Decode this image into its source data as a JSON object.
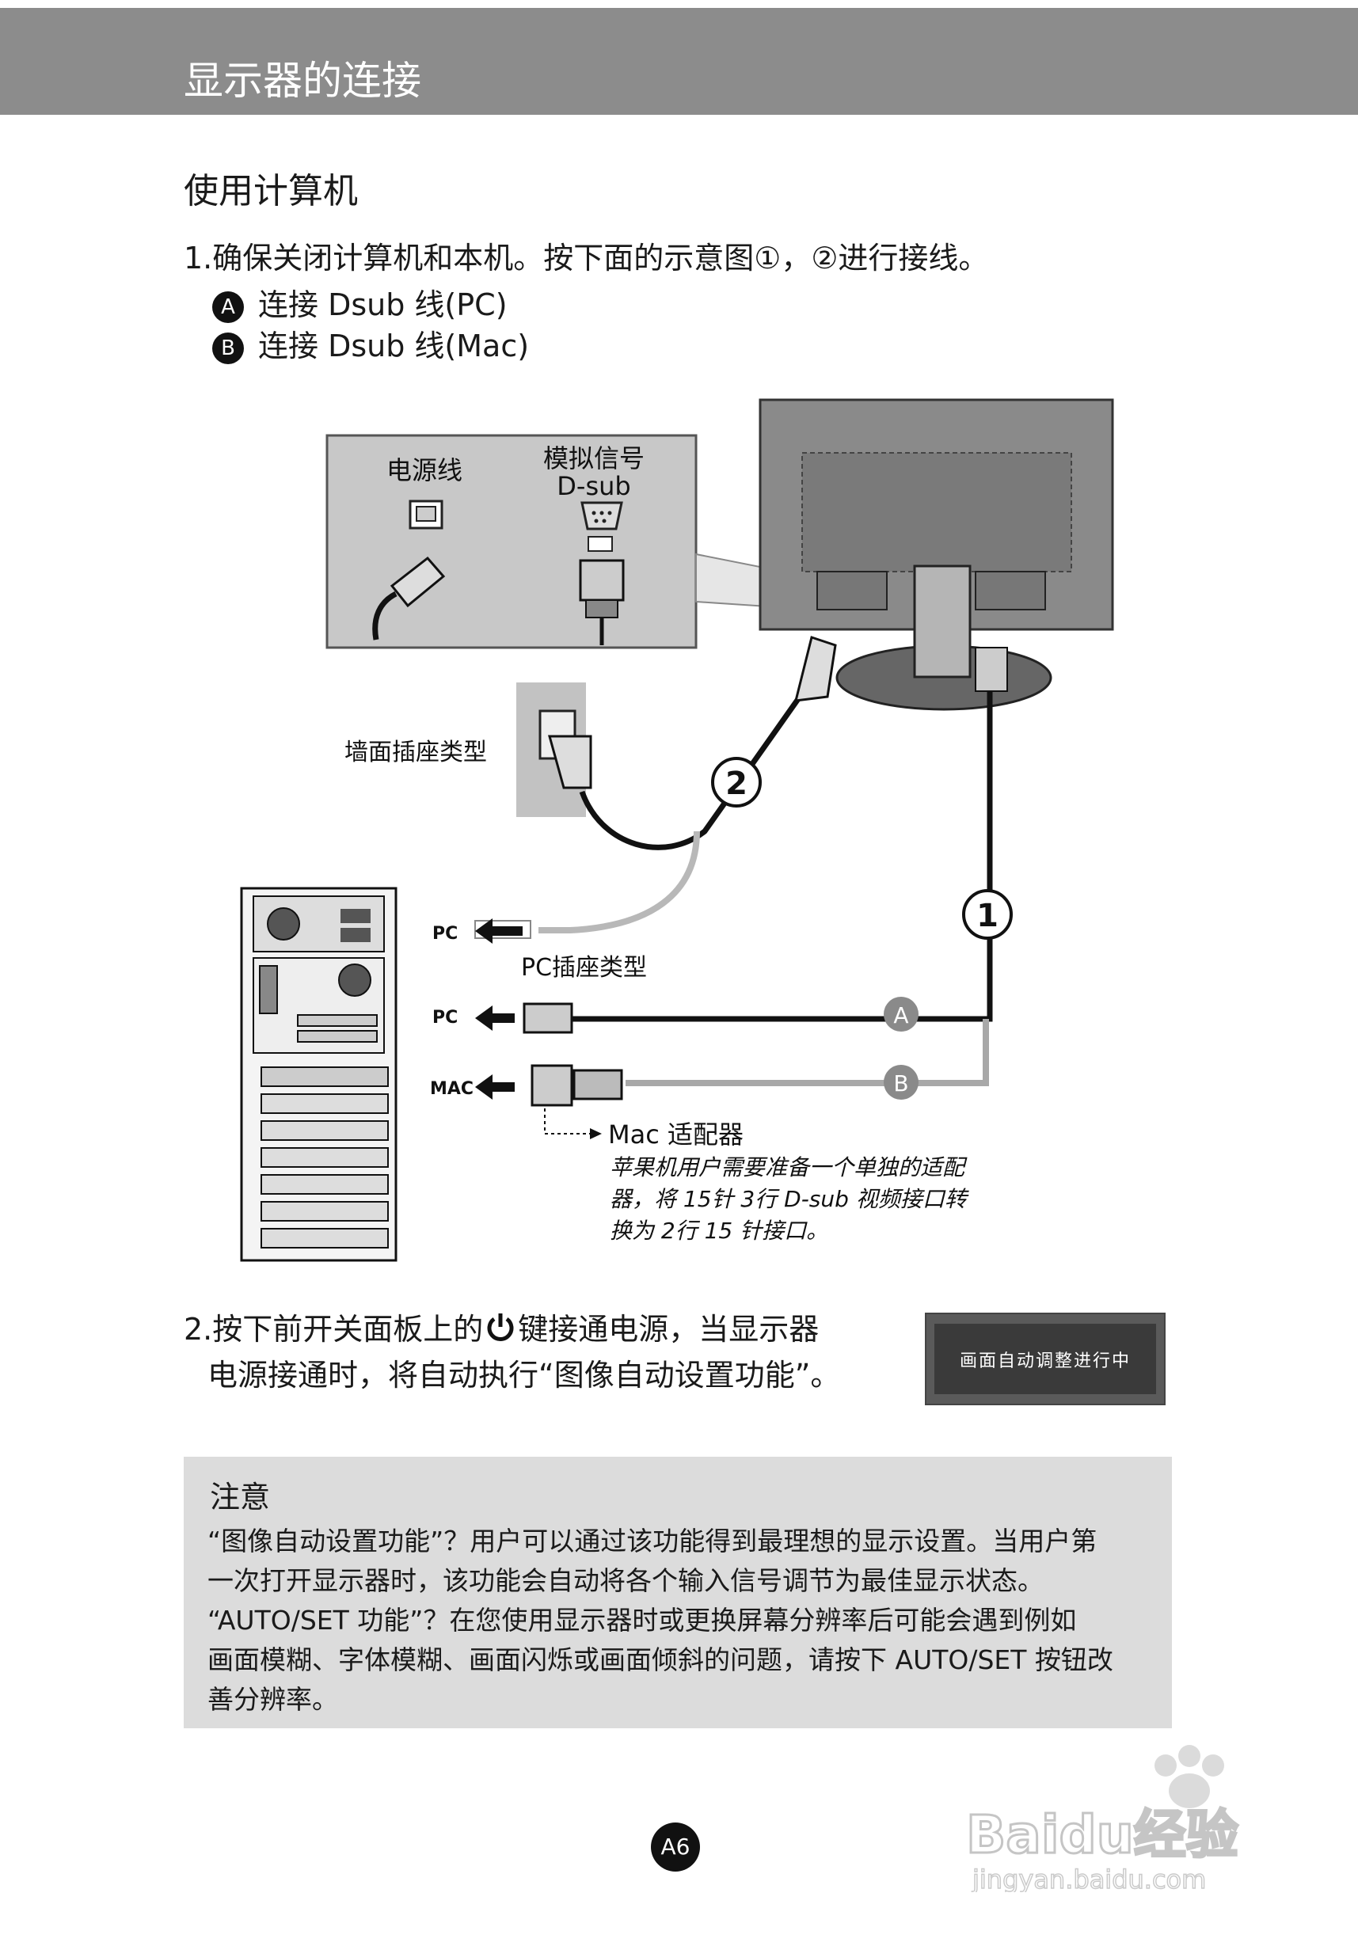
{
  "header": {
    "title": "显示器的连接"
  },
  "section": {
    "title": "使用计算机"
  },
  "step1": {
    "text": "1.确保关闭计算机和本机。按下面的示意图①，②进行接线。",
    "options": [
      {
        "badge": "A",
        "label": "连接 Dsub 线(PC)"
      },
      {
        "badge": "B",
        "label": "连接 Dsub 线(Mac)"
      }
    ]
  },
  "diagram": {
    "power_cord": "电源线",
    "analog_signal": "模拟信号",
    "dsub": "D-sub",
    "wall_outlet": "墙面插座类型",
    "pc_outlet": "PC插座类型",
    "pc_label_1": "PC",
    "pc_label_2": "PC",
    "mac_label": "MAC",
    "callout_1": "1",
    "callout_2": "2",
    "badge_a": "A",
    "badge_b": "B",
    "mac_adapter": "Mac 适配器",
    "mac_note": [
      "苹果机用户需要准备一个单独的适配",
      "器，将 15针 3行 D-sub 视频接口转",
      "换为 2行 15 针接口。"
    ]
  },
  "step2": {
    "line1_before": "2.按下前开关面板上的",
    "line1_after": "键接通电源，当显示器",
    "line2": "电源接通时，将自动执行“图像自动设置功能”。",
    "osd_text": "画面自动调整进行中"
  },
  "note": {
    "title": "注意",
    "lines": [
      "“图像自动设置功能”？用户可以通过该功能得到最理想的显示设置。当用户第",
      "一次打开显示器时，该功能会自动将各个输入信号调节为最佳显示状态。",
      "“AUTO/SET 功能”？在您使用显示器时或更换屏幕分辨率后可能会遇到例如",
      "画面模糊、字体模糊、画面闪烁或画面倾斜的问题，请按下 AUTO/SET 按钮改",
      "善分辨率。"
    ]
  },
  "footer": {
    "page_number": "A6"
  },
  "watermark": {
    "brand": "Baidu经验",
    "url": "jingyan.baidu.com"
  },
  "colors": {
    "header_bg": "#8c8c8c",
    "note_bg": "#dcdcdc",
    "osd_bg": "#3a3a3a"
  }
}
